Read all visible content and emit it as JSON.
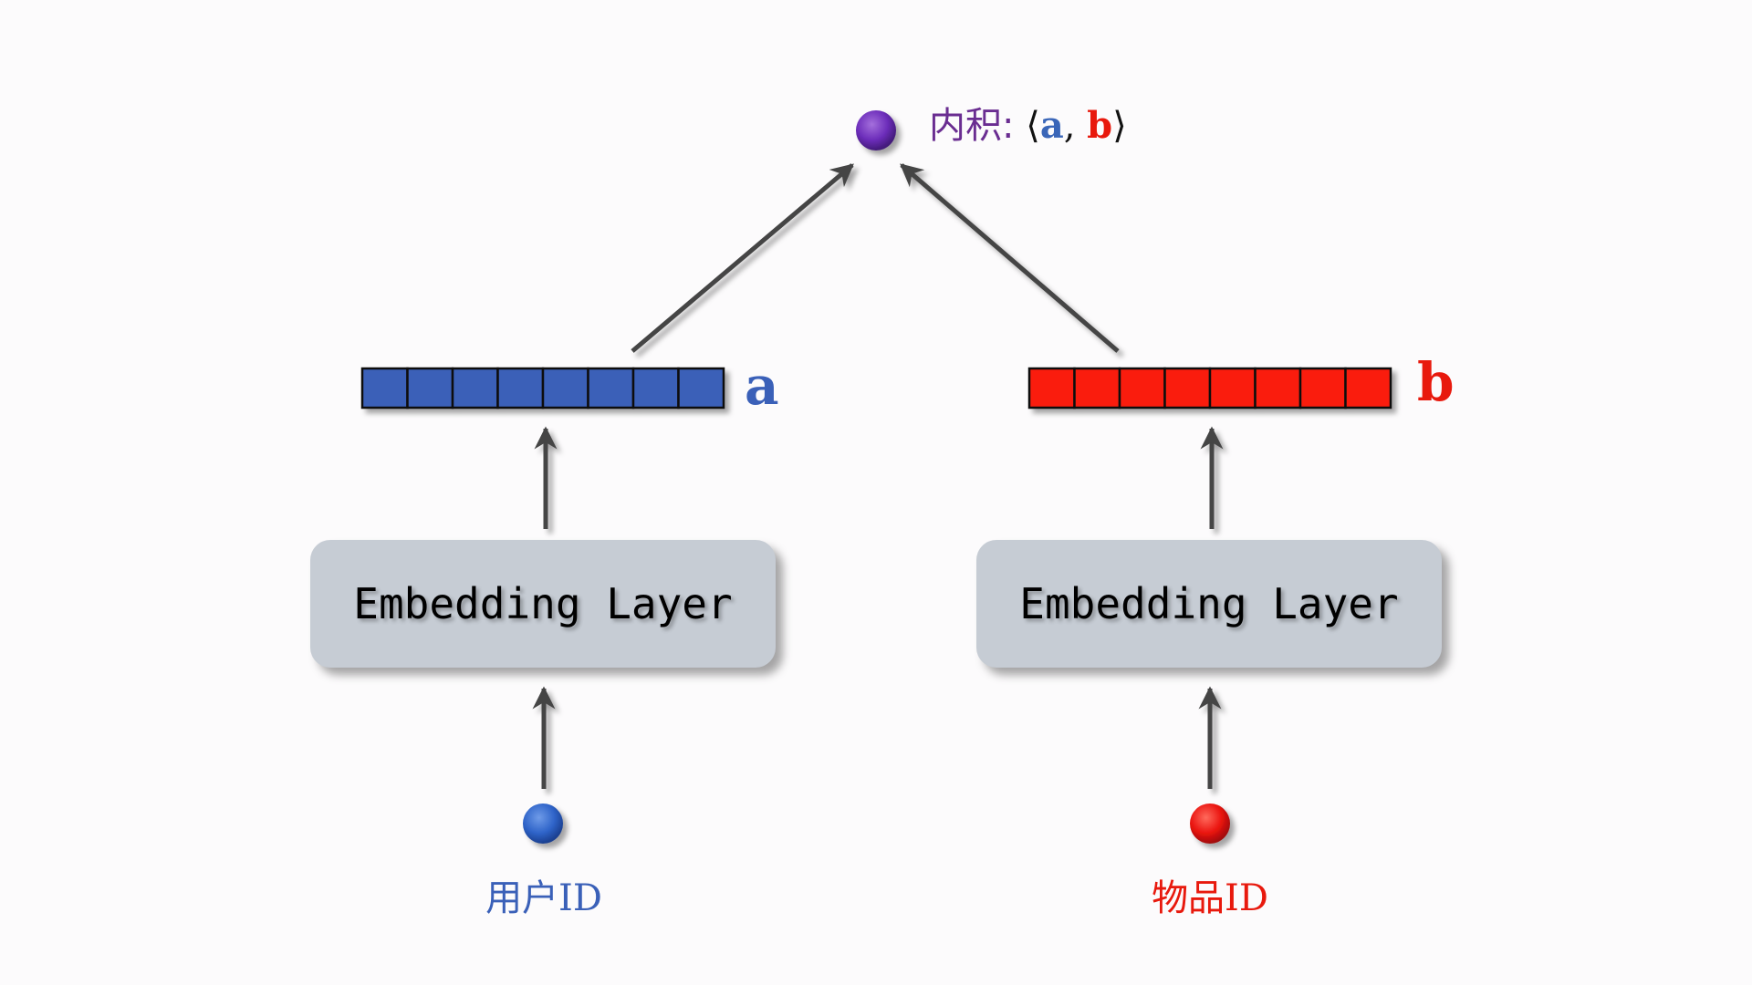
{
  "title": "Dual-tower inner-product model",
  "colors": {
    "user": "#3a60b8",
    "item": "#fa1c0c",
    "output": "#6a2d9c",
    "arrow": "#444444",
    "box": "#c6ccd4",
    "background": "#fcfbfc"
  },
  "output": {
    "label_cn": "内积:",
    "open_bracket": "⟨",
    "vec_a": "a",
    "comma": ",",
    "vec_b": "b",
    "close_bracket": "⟩"
  },
  "left_tower": {
    "vector_label": "a",
    "vector_cells": 8,
    "layer_label": "Embedding Layer",
    "input_label": "用户ID"
  },
  "right_tower": {
    "vector_label": "b",
    "vector_cells": 8,
    "layer_label": "Embedding Layer",
    "input_label": "物品ID"
  }
}
